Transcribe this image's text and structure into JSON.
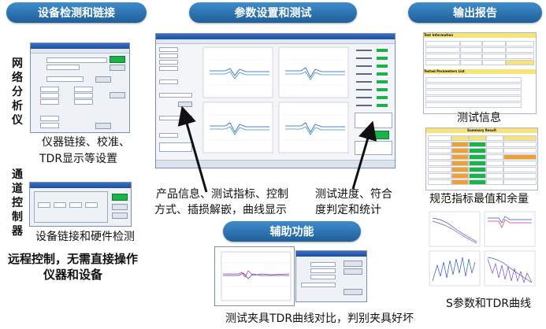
{
  "sections": {
    "device": "设备检测和链接",
    "params": "参数设置和测试",
    "report": "输出报告",
    "aux": "辅助功能"
  },
  "side_labels": {
    "network_analyzer": [
      "网",
      "络",
      "分",
      "析",
      "仪"
    ],
    "channel_controller": [
      "通",
      "道",
      "控",
      "制",
      "器"
    ]
  },
  "captions": {
    "instrument_line1": "仪器链接、校准、",
    "instrument_line2": "TDR显示等设置",
    "channel_detect": "设备链接和硬件检测",
    "remote_line1": "远程控制，无需直接操作",
    "remote_line2": "仪器和设备",
    "product_line1": "产品信息、测试指标、控制",
    "product_line2": "方式、插损解嵌，曲线显示",
    "progress_line1": "测试进度、符合",
    "progress_line2": "度判定和统计",
    "test_info": "测试信息",
    "spec_minmax": "规范指标最值和余量",
    "sparam_tdr": "S参数和TDR曲线",
    "fixture": "测试夹具TDR曲线对比，判别夹具好坏"
  },
  "screens": {
    "test_information": "Test Information",
    "tested_parameters": "Tested Parameters List",
    "summary_result": "Summary Result"
  },
  "colors": {
    "pill": "#2a72b3",
    "green": "#19b34a",
    "orange": "#f0a030",
    "yellow": "#f6e37a"
  }
}
